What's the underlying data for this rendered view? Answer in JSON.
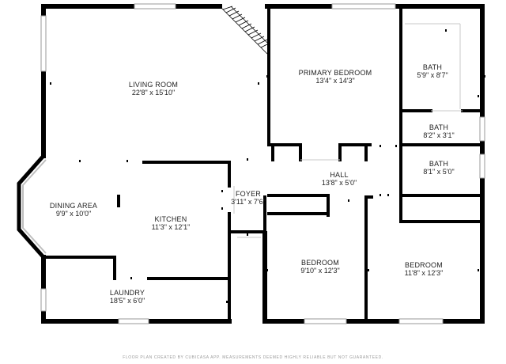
{
  "rooms": {
    "living_room": {
      "name": "LIVING ROOM",
      "dims": "22'8\" x 15'10\""
    },
    "primary_bedroom": {
      "name": "PRIMARY BEDROOM",
      "dims": "13'4\" x 14'3\""
    },
    "bath_1": {
      "name": "BATH",
      "dims": "5'9\" x 8'7\""
    },
    "bath_2": {
      "name": "BATH",
      "dims": "8'2\" x 3'1\""
    },
    "bath_3": {
      "name": "BATH",
      "dims": "8'1\" x 5'0\""
    },
    "hall": {
      "name": "HALL",
      "dims": "13'8\" x 5'0\""
    },
    "foyer": {
      "name": "FOYER",
      "dims": "3'11\" x 7'6\""
    },
    "dining_area": {
      "name": "DINING AREA",
      "dims": "9'9\" x 10'0\""
    },
    "kitchen": {
      "name": "KITCHEN",
      "dims": "11'3\" x 12'1\""
    },
    "bedroom_1": {
      "name": "BEDROOM",
      "dims": "9'10\" x 12'3\""
    },
    "bedroom_2": {
      "name": "BEDROOM",
      "dims": "11'8\" x 12'3\""
    },
    "laundry": {
      "name": "LAUNDRY",
      "dims": "18'5\" x 6'0\""
    }
  },
  "disclaimer": "FLOOR PLAN CREATED BY CUBICASA APP. MEASUREMENTS DEEMED HIGHLY RELIABLE BUT NOT GUARANTEED.",
  "colors": {
    "wall": "#000000",
    "window": "#bfbfbf",
    "text": "#222222"
  }
}
